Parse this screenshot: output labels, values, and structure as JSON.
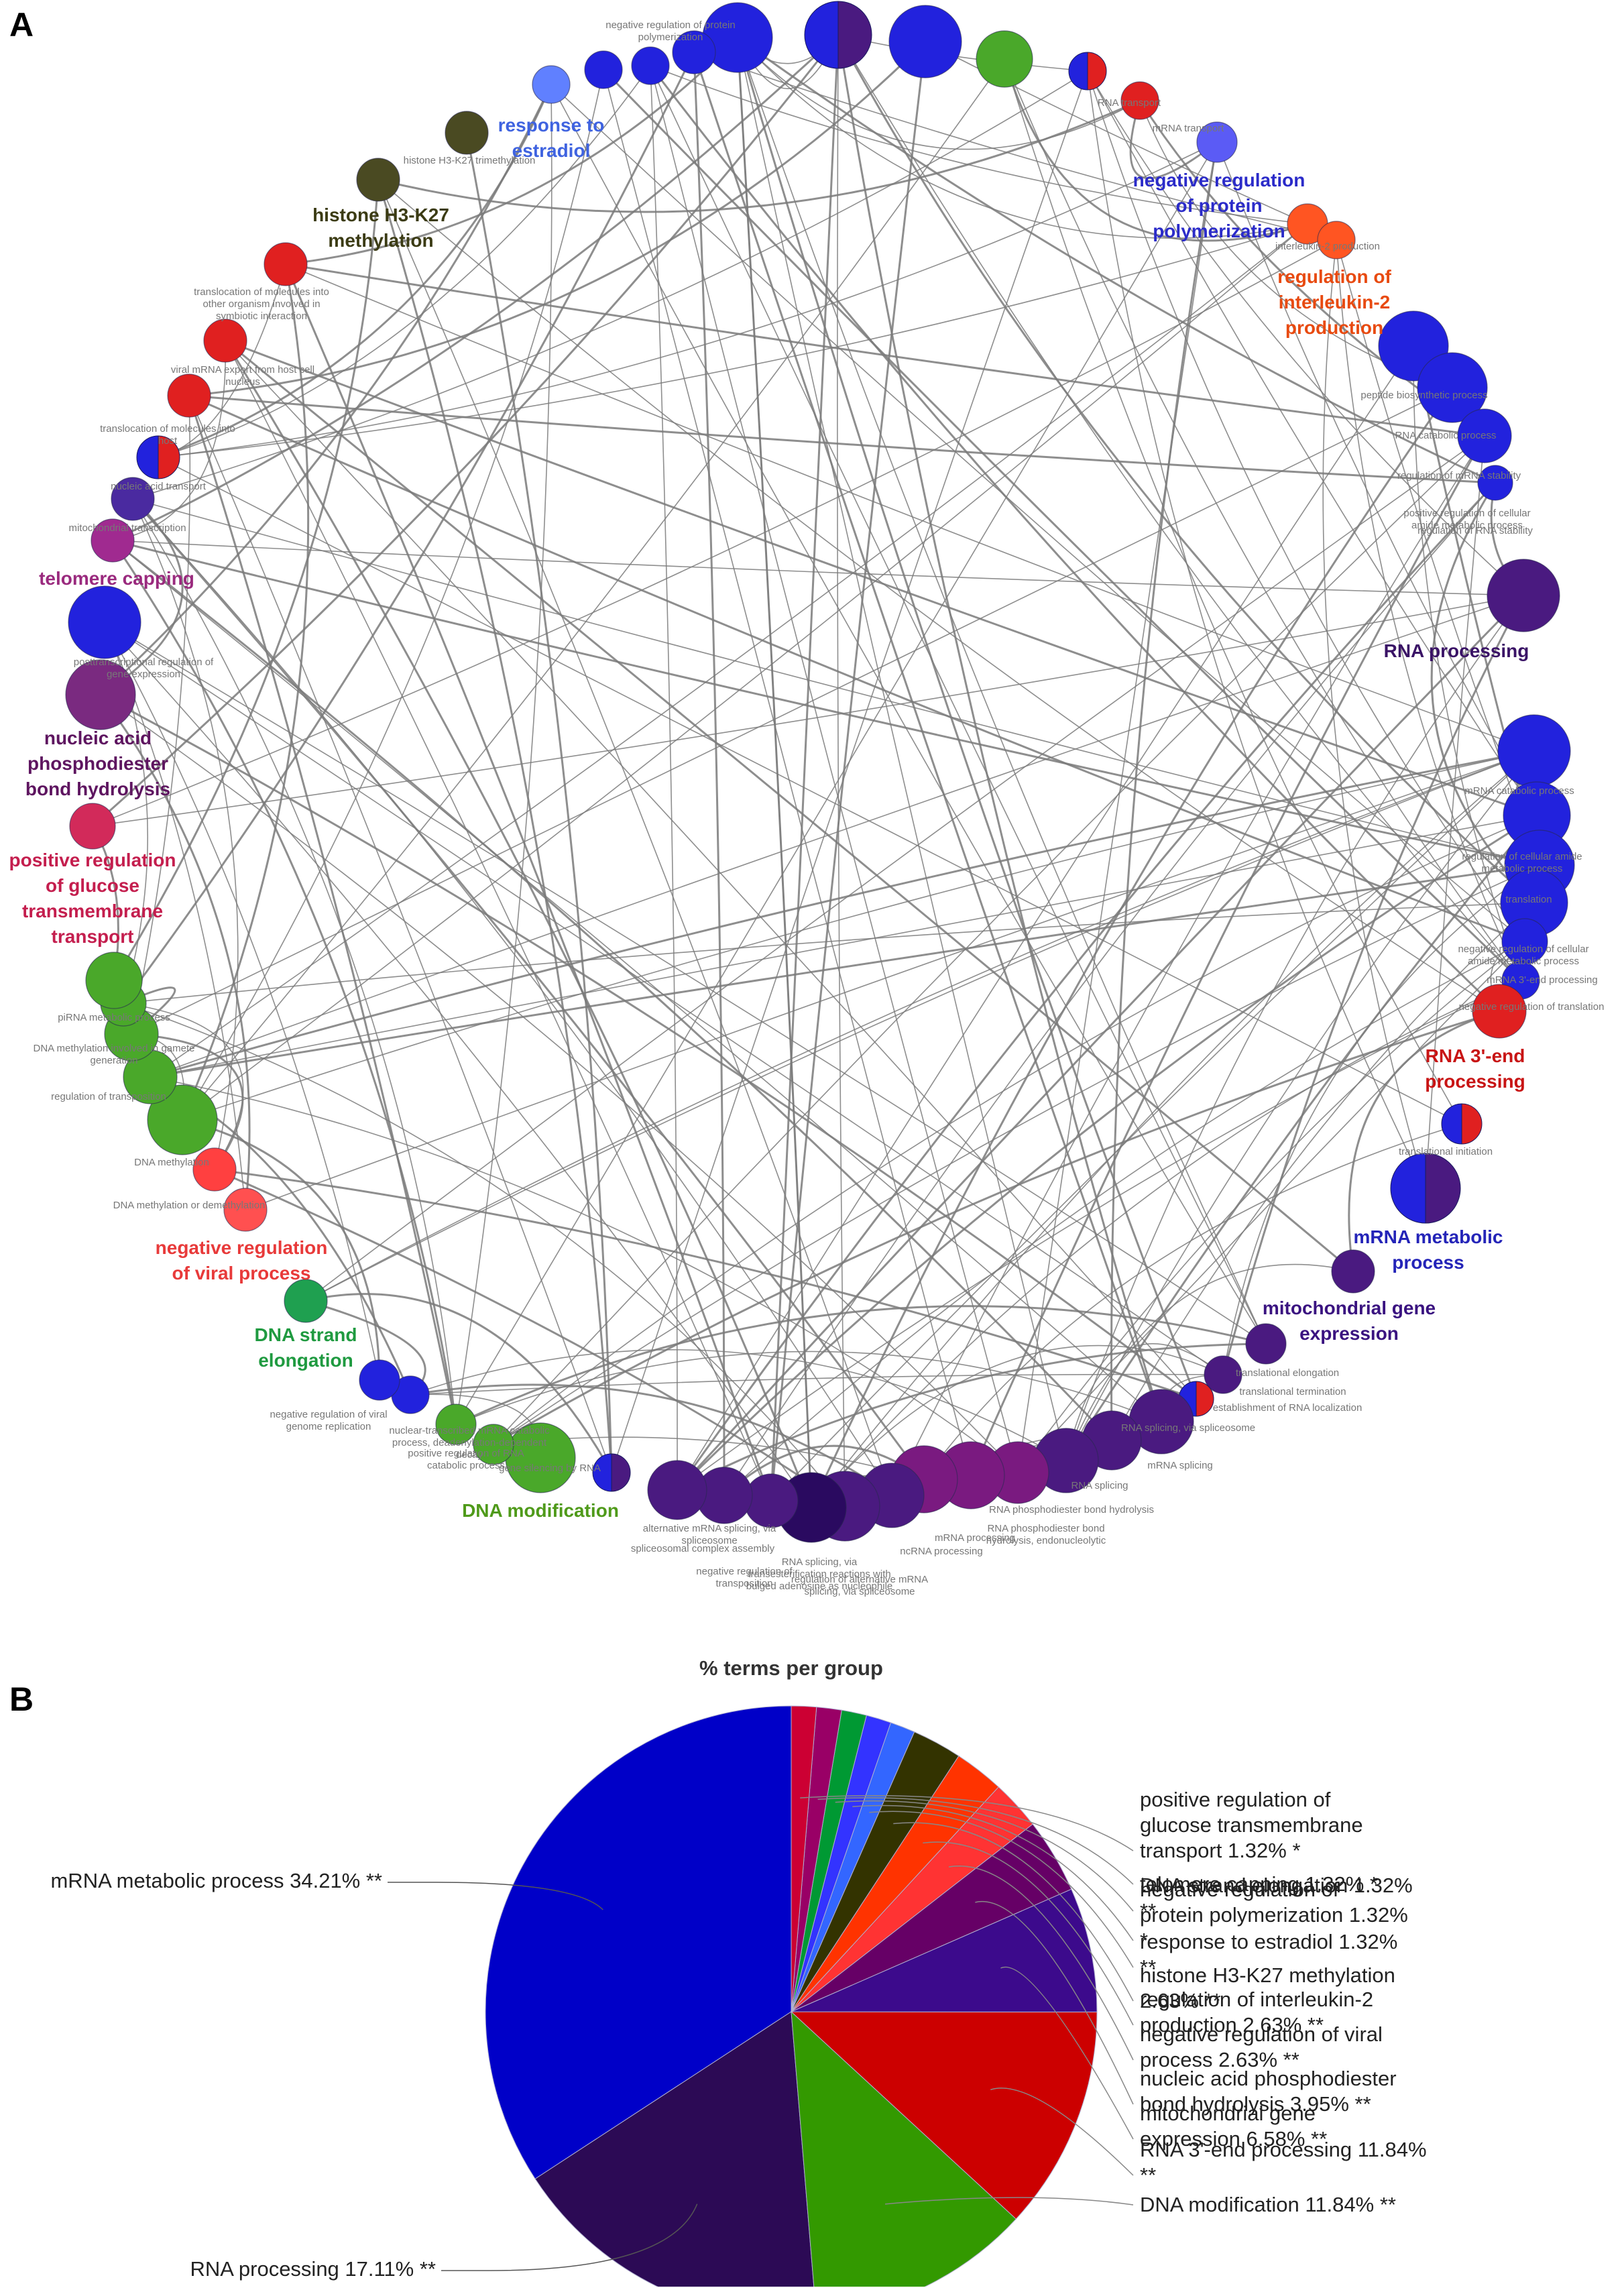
{
  "panels": {
    "a": "A",
    "b": "B"
  },
  "network": {
    "group_labels": [
      {
        "text": "response to\nestradiol",
        "color": "#3f63e0"
      },
      {
        "text": "histone H3-K27\nmethylation",
        "color": "#3b3b14"
      },
      {
        "text": "negative regulation\nof protein\npolymerization",
        "color": "#2b2bc9"
      },
      {
        "text": "regulation of\ninterleukin-2\nproduction",
        "color": "#e84a10"
      },
      {
        "text": "telomere capping",
        "color": "#9a2a7e"
      },
      {
        "text": "RNA processing",
        "color": "#3a1366"
      },
      {
        "text": "nucleic acid\nphosphodiester\nbond hydrolysis",
        "color": "#5e1560"
      },
      {
        "text": "positive regulation\nof glucose\ntransmembrane\ntransport",
        "color": "#c41e4e"
      },
      {
        "text": "RNA 3'-end\nprocessing",
        "color": "#c81414"
      },
      {
        "text": "mRNA metabolic\nprocess",
        "color": "#2424b8"
      },
      {
        "text": "negative regulation\nof viral process",
        "color": "#e83a3a"
      },
      {
        "text": "mitochondrial gene\nexpression",
        "color": "#3a1380"
      },
      {
        "text": "DNA strand\nelongation",
        "color": "#1f9a40"
      },
      {
        "text": "DNA modification",
        "color": "#4f9a1a"
      }
    ],
    "term_labels": [
      "histone H3-K27 trimethylation",
      "translocation of molecules into other organism involved in symbiotic interaction",
      "viral mRNA export from host cell nucleus",
      "translocation of molecules into host",
      "nucleic acid transport",
      "mitochondrial transcription",
      "posttranscriptional regulation of gene expression",
      "RNA transport",
      "mRNA transport",
      "interleukin-2 production",
      "peptide biosynthetic process",
      "RNA catabolic process",
      "regulation of mRNA stability",
      "positive regulation of cellular amide metabolic process",
      "regulation of RNA stability",
      "mRNA catabolic process",
      "regulation of cellular amide metabolic process",
      "translation",
      "negative regulation of cellular amide metabolic process",
      "mRNA 3'-end processing",
      "negative regulation of translation",
      "translational initiation",
      "translational elongation",
      "translational termination",
      "establishment of RNA localization",
      "RNA splicing, via spliceosome",
      "mRNA splicing",
      "RNA splicing",
      "RNA phosphodiester bond hydrolysis",
      "RNA phosphodiester bond hydrolysis, endonucleolytic",
      "mRNA processing",
      "ncRNA processing",
      "RNA splicing, via transesterification reactions with bulged adenosine as nucleophile",
      "regulation of alternative mRNA splicing, via spliceosome",
      "alternative mRNA splicing, via spliceosome",
      "spliceosomal complex assembly",
      "negative regulation of transposition",
      "gene silencing by RNA",
      "positive regulation of RNA catabolic process",
      "nuclear-transcribed mRNA catabolic process, deadenylation-dependent decay",
      "negative regulation of viral genome replication",
      "DNA methylation or demethylation",
      "DNA methylation",
      "regulation of transposition",
      "DNA methylation involved in gamete generation",
      "piRNA metabolic process",
      "negative regulation of protein polymerization"
    ]
  },
  "chart_data": {
    "type": "pie",
    "title": "% terms per group",
    "slices": [
      {
        "label": "mRNA metabolic process 34.21% **",
        "value": 34.21,
        "color": "#0000c8"
      },
      {
        "label": "RNA processing 17.11% **",
        "value": 17.11,
        "color": "#2c0a55"
      },
      {
        "label": "DNA modification 11.84% **",
        "value": 11.84,
        "color": "#339900"
      },
      {
        "label": "RNA 3'-end processing 11.84% **",
        "value": 11.84,
        "color": "#cc0000"
      },
      {
        "label": "mitochondrial gene expression 6.58% **",
        "value": 6.58,
        "color": "#3c0a8c"
      },
      {
        "label": "nucleic acid phosphodiester bond hydrolysis 3.95% **",
        "value": 3.95,
        "color": "#660066"
      },
      {
        "label": "negative regulation of viral process 2.63% **",
        "value": 2.63,
        "color": "#ff3333"
      },
      {
        "label": "regulation of interleukin-2 production 2.63% **",
        "value": 2.63,
        "color": "#ff3300"
      },
      {
        "label": "histone H3-K27 methylation 2.63% **",
        "value": 2.63,
        "color": "#333300"
      },
      {
        "label": "response to estradiol 1.32% **",
        "value": 1.32,
        "color": "#3366ff"
      },
      {
        "label": "negative regulation of protein polymerization 1.32% *",
        "value": 1.32,
        "color": "#3333ff"
      },
      {
        "label": "DNA strand elongation 1.32% **",
        "value": 1.32,
        "color": "#009933"
      },
      {
        "label": "telomere capping 1.32% *",
        "value": 1.32,
        "color": "#990066"
      },
      {
        "label": "positive regulation of glucose transmembrane transport 1.32% *",
        "value": 1.32,
        "color": "#cc0033"
      }
    ]
  }
}
